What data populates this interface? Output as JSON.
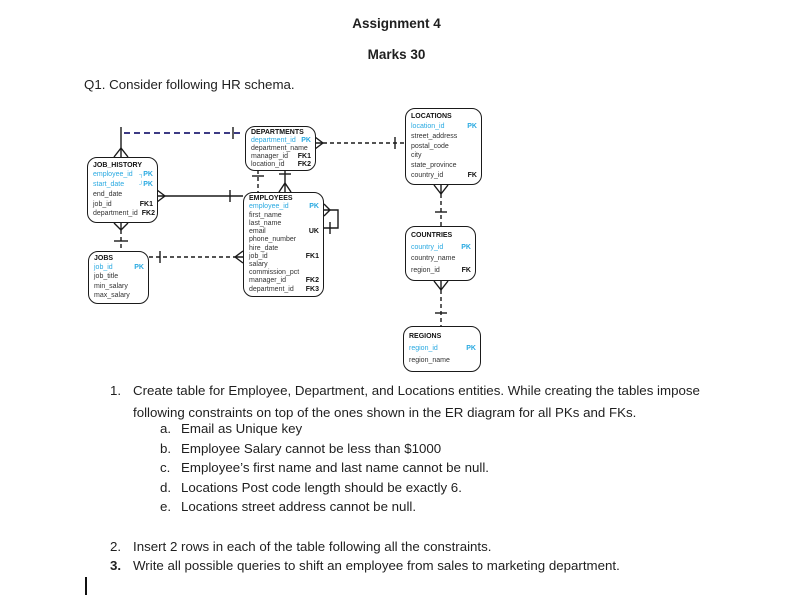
{
  "colors": {
    "key_text": "#29a9e1",
    "highlight_relationship": "#3d3b84",
    "ink": "#1f1f1f"
  },
  "header": {
    "title": "Assignment 4",
    "marks": "Marks 30"
  },
  "question_label": "Q1. Consider following HR schema.",
  "diagram": {
    "entities": [
      {
        "title": "JOB_HISTORY",
        "fields": [
          {
            "name": "employee_id",
            "bracket": "┐",
            "key": "PK",
            "accent": true,
            "key_accent": true
          },
          {
            "name": "start_date",
            "bracket": "┘",
            "key": "PK",
            "accent": true,
            "key_accent": true
          },
          {
            "name": "end_date",
            "key": ""
          },
          {
            "name": "job_id",
            "key": "FK1"
          },
          {
            "name": "department_id",
            "key": "FK2"
          }
        ]
      },
      {
        "title": "DEPARTMENTS",
        "fields": [
          {
            "name": "department_id",
            "key": "PK",
            "accent": true,
            "key_accent": true
          },
          {
            "name": "department_name",
            "key": ""
          },
          {
            "name": "manager_id",
            "key": "FK1"
          },
          {
            "name": "location_id",
            "key": "FK2"
          }
        ]
      },
      {
        "title": "EMPLOYEES",
        "fields": [
          {
            "name": "employee_id",
            "key": "PK",
            "accent": true,
            "key_accent": true
          },
          {
            "name": "first_name",
            "key": ""
          },
          {
            "name": "last_name",
            "key": ""
          },
          {
            "name": "email",
            "key": "UK"
          },
          {
            "name": "phone_number",
            "key": ""
          },
          {
            "name": "hire_date",
            "key": ""
          },
          {
            "name": "job_id",
            "key": "FK1"
          },
          {
            "name": "salary",
            "key": ""
          },
          {
            "name": "commission_pct",
            "key": ""
          },
          {
            "name": "manager_id",
            "key": "FK2"
          },
          {
            "name": "department_id",
            "key": "FK3"
          }
        ]
      },
      {
        "title": "JOBS",
        "fields": [
          {
            "name": "job_id",
            "key": "PK",
            "accent": true,
            "key_accent": true
          },
          {
            "name": "job_title",
            "key": ""
          },
          {
            "name": "min_salary",
            "key": ""
          },
          {
            "name": "max_salary",
            "key": ""
          }
        ]
      },
      {
        "title": "LOCATIONS",
        "fields": [
          {
            "name": "location_id",
            "key": "PK",
            "accent": true,
            "key_accent": true
          },
          {
            "name": "street_address",
            "key": ""
          },
          {
            "name": "postal_code",
            "key": ""
          },
          {
            "name": "city",
            "key": ""
          },
          {
            "name": "state_province",
            "key": ""
          },
          {
            "name": "country_id",
            "key": "FK"
          }
        ]
      },
      {
        "title": "COUNTRIES",
        "fields": [
          {
            "name": "country_id",
            "key": "PK",
            "accent": true,
            "key_accent": true
          },
          {
            "name": "country_name",
            "key": ""
          },
          {
            "name": "region_id",
            "key": "FK"
          }
        ]
      },
      {
        "title": "REGIONS",
        "fields": [
          {
            "name": "region_id",
            "key": "PK",
            "accent": true,
            "key_accent": true
          },
          {
            "name": "region_name",
            "key": ""
          }
        ]
      }
    ]
  },
  "tasks": {
    "items": [
      {
        "num": "1.",
        "text": "Create table for Employee, Department, and Locations entities. While creating the tables impose following constraints on top of the ones shown in the ER diagram for all PKs and FKs.",
        "subitems": [
          {
            "num": "a.",
            "text": "Email as Unique key"
          },
          {
            "num": "b.",
            "text": "Employee Salary cannot be less than $1000"
          },
          {
            "num": "c.",
            "text": "Employee’s first name and last name cannot be null."
          },
          {
            "num": "d.",
            "text": "Locations Post code length should be exactly 6."
          },
          {
            "num": "e.",
            "text": "Locations street address cannot be null."
          }
        ]
      },
      {
        "num": "2.",
        "text": "Insert 2 rows in each of the table following all the constraints."
      },
      {
        "num": "3.",
        "text": "Write all possible queries to shift an employee from sales to marketing department."
      }
    ]
  }
}
